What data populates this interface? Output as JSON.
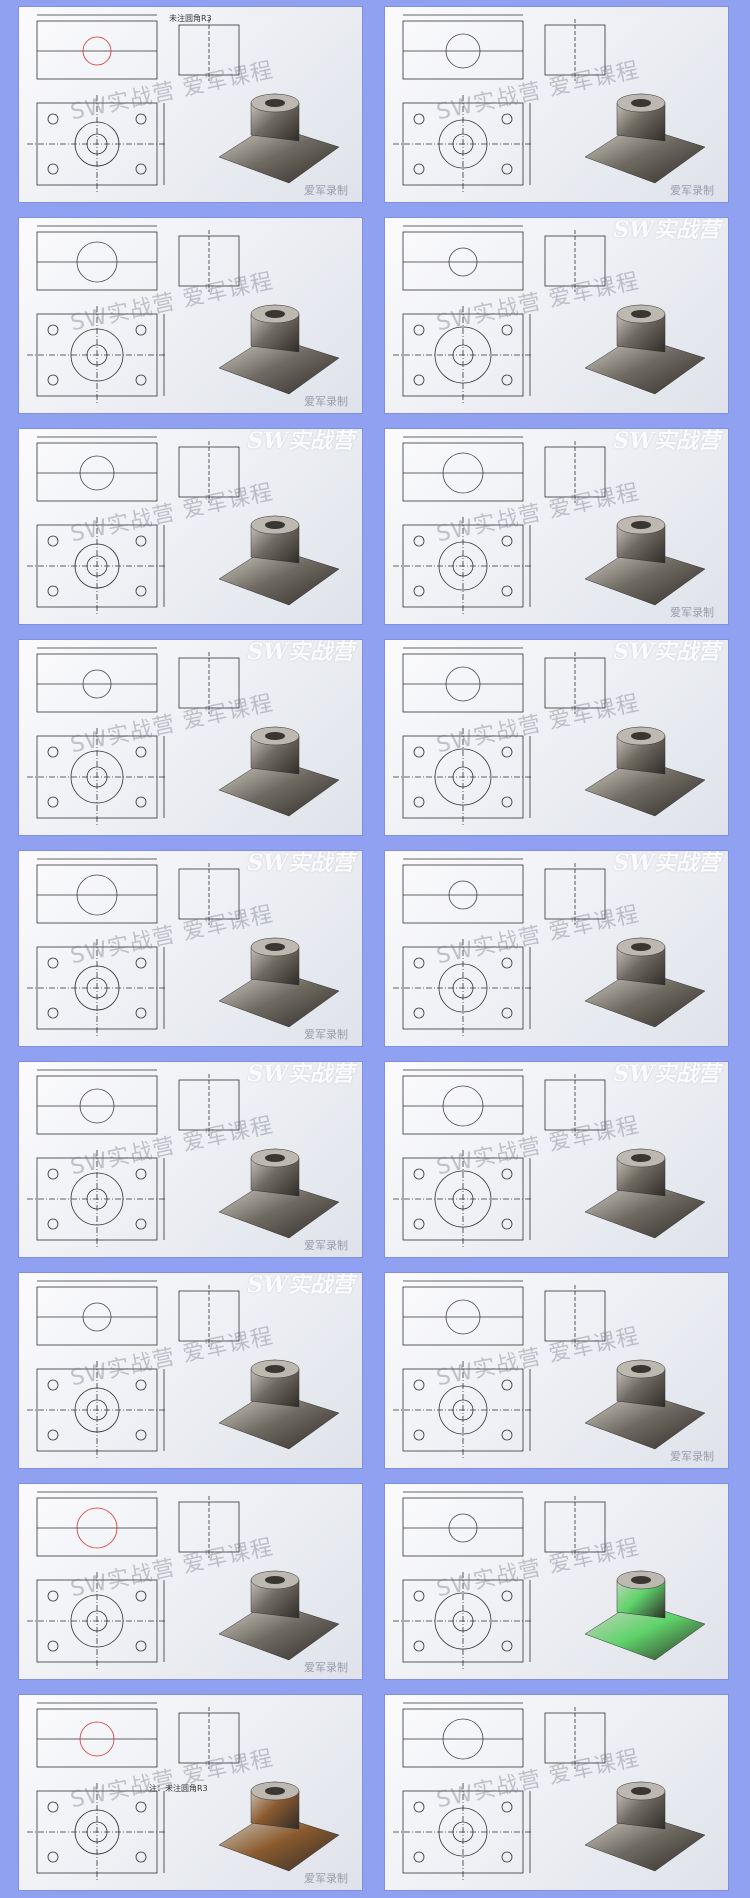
{
  "watermark": "SW实战营 爱军课程",
  "brand": "SW实战营",
  "credit": "爱军录制",
  "colors": {
    "background": "#8fa1f0",
    "part_metal": "#6f6a61",
    "part_green": "#5fd36a",
    "part_bronze": "#8a5a2e",
    "dimension_red": "#d4332b"
  },
  "tiles": [
    {
      "note": "未注圆角R3",
      "show_sw": false,
      "show_credit": true
    },
    {
      "note": "",
      "show_sw": false,
      "show_credit": true
    },
    {
      "note": "",
      "show_sw": false,
      "show_credit": true
    },
    {
      "note": "",
      "show_sw": true,
      "show_credit": false
    },
    {
      "note": "",
      "show_sw": true,
      "show_credit": false
    },
    {
      "note": "",
      "show_sw": true,
      "show_credit": true
    },
    {
      "note": "",
      "show_sw": true,
      "show_credit": false
    },
    {
      "note": "",
      "show_sw": true,
      "show_credit": false
    },
    {
      "note": "",
      "show_sw": true,
      "show_credit": true
    },
    {
      "note": "",
      "show_sw": true,
      "show_credit": false
    },
    {
      "note": "",
      "show_sw": true,
      "show_credit": true
    },
    {
      "note": "",
      "show_sw": true,
      "show_credit": false
    },
    {
      "note": "",
      "show_sw": true,
      "show_credit": false
    },
    {
      "note": "",
      "show_sw": false,
      "show_credit": true
    },
    {
      "note": "",
      "show_sw": false,
      "show_credit": true
    },
    {
      "note": "",
      "show_sw": false,
      "show_credit": false
    },
    {
      "note": "注：未注圆角R3",
      "show_sw": false,
      "show_credit": true
    },
    {
      "note": "",
      "show_sw": false,
      "show_credit": false
    }
  ]
}
